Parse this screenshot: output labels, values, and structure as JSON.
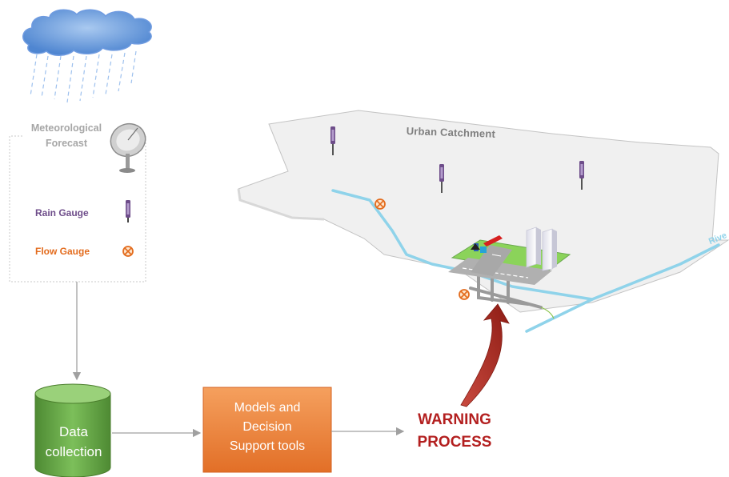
{
  "legend": {
    "met_line1": "Meteorological",
    "met_line2": "Forecast",
    "rain_gauge": "Rain Gauge",
    "flow_gauge": "Flow Gauge"
  },
  "catchment": {
    "title": "Urban Catchment",
    "river_label": "Rive"
  },
  "process": {
    "data_line1": "Data",
    "data_line2": "collection",
    "models_line1": "Models and",
    "models_line2": "Decision",
    "models_line3": "Support tools",
    "warning_line1": "WARNING",
    "warning_line2": "PROCESS"
  },
  "colors": {
    "cloud": "#5b8fd6",
    "rain_gauge": "#6e4d8a",
    "flow_gauge": "#e36c1e",
    "river": "#8fd3ea",
    "data_cylinder": "#6aa84f",
    "models_box": "#f0823c",
    "warning": "#b31f1f"
  },
  "icons": [
    "cloud-icon",
    "rain-icon",
    "satellite-dish-icon",
    "rain-gauge-icon",
    "flow-gauge-icon",
    "building-icon",
    "arrow-icon"
  ]
}
